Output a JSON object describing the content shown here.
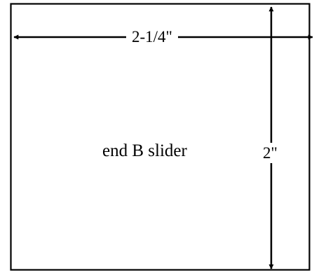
{
  "diagram": {
    "part_name": "end B slider",
    "width_dimension": "2-1/4\"",
    "height_dimension": "2\""
  },
  "colors": {
    "line": "#000000",
    "background": "#ffffff"
  }
}
